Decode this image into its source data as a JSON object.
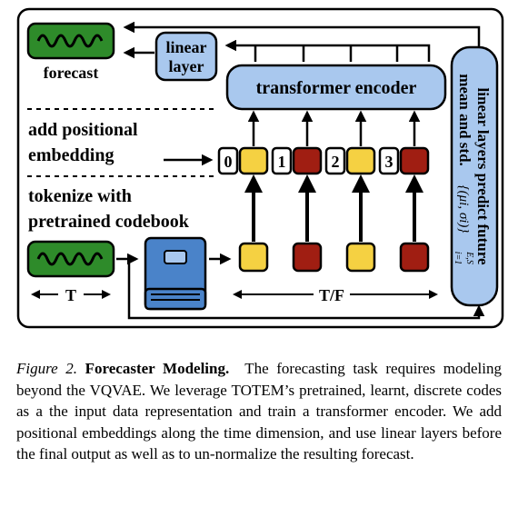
{
  "labels": {
    "forecast": "forecast",
    "linear_layer_line1": "linear",
    "linear_layer_line2": "layer",
    "transformer_encoder": "transformer encoder",
    "add_pos_line1": "add positional",
    "add_pos_line2": "embedding",
    "tokenize_line1": "tokenize with",
    "tokenize_line2": "pretrained codebook",
    "t_label": "T",
    "tf_label": "T/F",
    "right_box_line1": "linear layers predict future",
    "right_box_line2": "mean and std.",
    "right_box_math": "{(μi, σi)}",
    "right_box_math_sub": "i=1",
    "right_box_math_sup": "E,S"
  },
  "positions": [
    "0",
    "1",
    "2",
    "3"
  ],
  "colors": {
    "green": "#2e8b2a",
    "blue": "#4a83c9",
    "light_blue": "#a9c8ee",
    "yellow": "#f5d142",
    "dark_red": "#a01e12",
    "black": "#000000"
  },
  "caption": {
    "label": "Figure 2.",
    "title": "Forecaster Modeling.",
    "text": "The forecasting task requires modeling beyond the VQVAE. We leverage TOTEM’s pretrained, learnt, discrete codes as a the input data representation and train a transformer encoder. We add positional embeddings along the time dimension, and use linear layers before the final output as well as to un-normalize the resulting forecast."
  }
}
